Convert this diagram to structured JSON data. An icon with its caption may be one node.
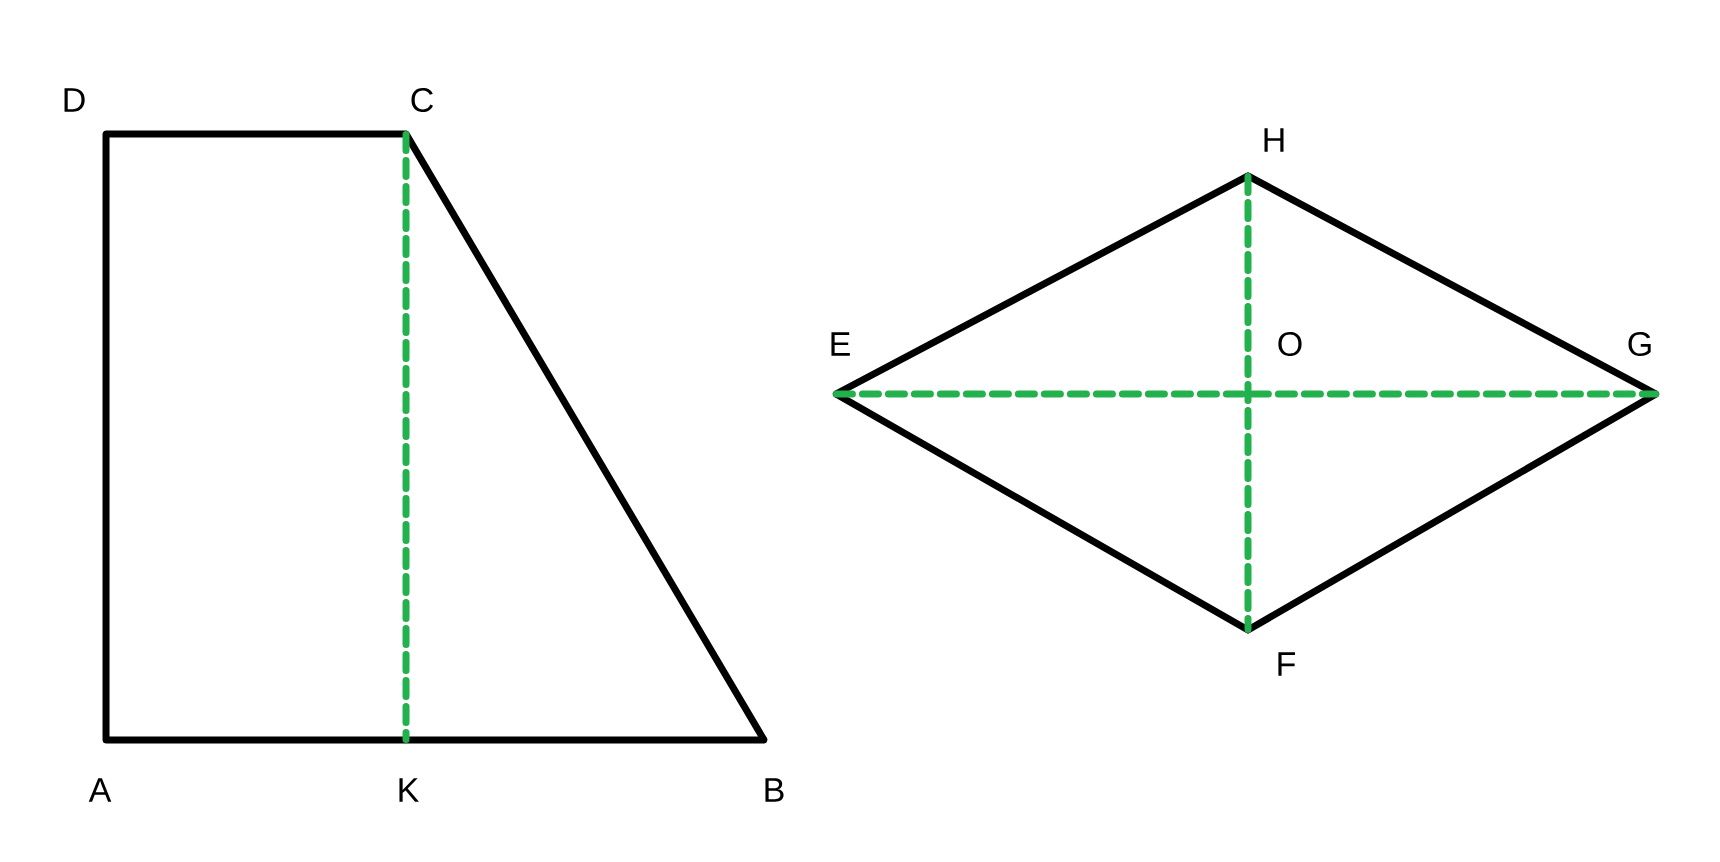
{
  "diagram": {
    "nodes": [
      {
        "text": [
          "D"
        ]
      },
      {
        "text": [
          "C"
        ]
      },
      {
        "text": [
          "A"
        ]
      },
      {
        "text": [
          "K"
        ]
      },
      {
        "text": [
          "B"
        ]
      },
      {
        "text": [
          "H"
        ]
      },
      {
        "text": [
          "E"
        ]
      },
      {
        "text": [
          "G"
        ]
      },
      {
        "text": [
          "F"
        ]
      }
    ],
    "edges": [
      {
        "from": 0,
        "to": 1,
        "arrow": "none"
      },
      {
        "from": 1,
        "to": 4,
        "arrow": "none"
      },
      {
        "from": 2,
        "to": 4,
        "arrow": "none"
      },
      {
        "from": 0,
        "to": 2,
        "arrow": "none"
      },
      {
        "from": 1,
        "to": 3,
        "arrow": "none",
        "style": "dashed",
        "color": "#22b14c"
      },
      {
        "from": 6,
        "to": 5,
        "arrow": "none"
      },
      {
        "from": 5,
        "to": 7,
        "arrow": "none"
      },
      {
        "from": 7,
        "to": 8,
        "arrow": "none"
      },
      {
        "from": 8,
        "to": 6,
        "arrow": "none"
      },
      {
        "from": 6,
        "to": 7,
        "arrow": "none",
        "style": "dashed",
        "color": "#22b14c"
      },
      {
        "from": 5,
        "to": 8,
        "arrow": "none",
        "style": "dashed",
        "color": "#22b14c"
      }
    ],
    "labels": [
      "O"
    ]
  }
}
